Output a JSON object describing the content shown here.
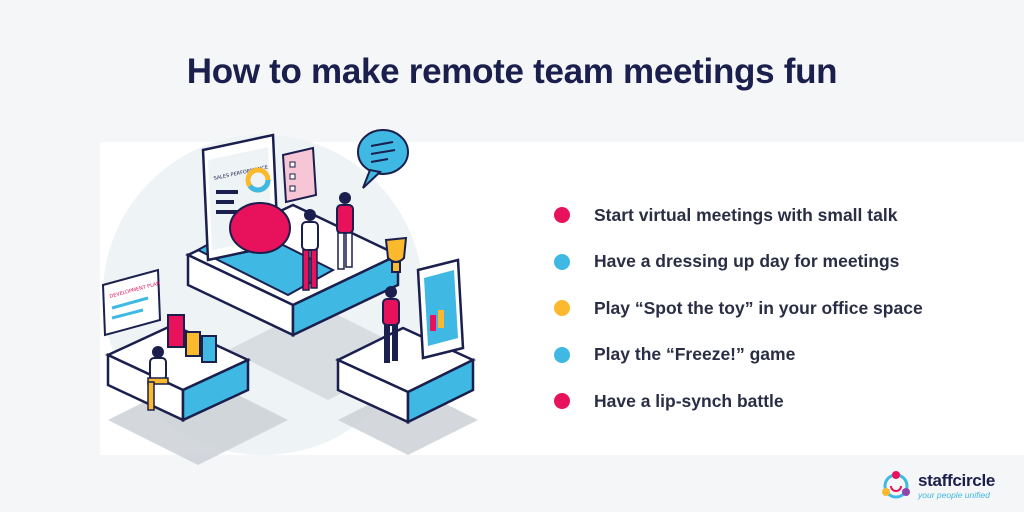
{
  "title": "How to make remote team meetings fun",
  "tips": [
    {
      "text": "Start virtual meetings with small talk",
      "color": "#e8115b"
    },
    {
      "text": "Have a dressing up day for meetings",
      "color": "#3fb9e3"
    },
    {
      "text": "Play “Spot the toy” in your office space",
      "color": "#fbb92d"
    },
    {
      "text": "Play the “Freeze!” game",
      "color": "#3fb9e3"
    },
    {
      "text": "Have a lip-synch battle",
      "color": "#e8115b"
    }
  ],
  "illustration": {
    "laptop_screen_title": "SALES PERFORMANCE",
    "left_board_title": "DEVELOPMENT PLAN",
    "icons": [
      "speech-bubble-icon",
      "trophy-icon",
      "chart-bars-icon",
      "tablet-icon",
      "laptop-icon"
    ]
  },
  "logo": {
    "name_part1": "staff",
    "name_part2": "circle",
    "tagline": "your people unified"
  },
  "colors": {
    "title": "#1b1f4d",
    "pink": "#e8115b",
    "blue": "#3fb9e3",
    "yellow": "#fbb92d",
    "navy": "#1b1f4d"
  }
}
